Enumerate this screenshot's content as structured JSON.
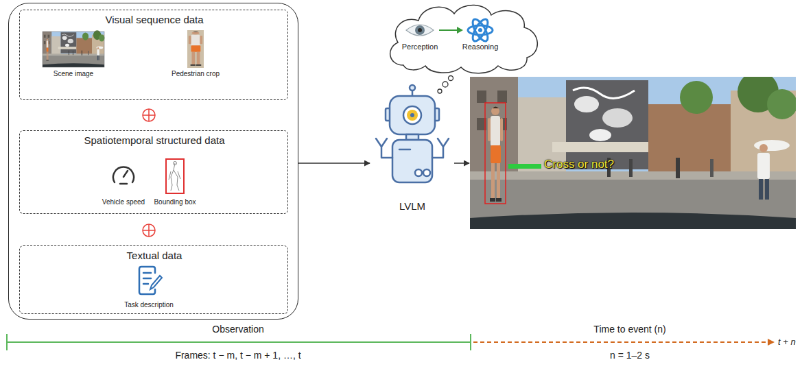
{
  "diagram": {
    "nodes": [
      {
        "text": []
      },
      {
        "text": [
          "Visual sequence data"
        ],
        "in": 0
      },
      {
        "text": [
          "Spatiotemporal structured data"
        ],
        "in": 0
      },
      {
        "text": [
          "Textual data"
        ],
        "in": 0
      },
      {
        "text": [
          "LVLM"
        ]
      },
      {
        "text": [
          "Perception",
          "Reasoning"
        ]
      },
      {
        "text": [
          "Cross or not?"
        ]
      }
    ],
    "edges": [
      {
        "from": 0,
        "to": 4,
        "arrow": "to"
      },
      {
        "from": 4,
        "to": 6,
        "arrow": "to"
      }
    ],
    "labels": [
      "Scene image",
      "Pedestrian crop",
      "Vehicle speed",
      "Bounding box",
      "Task description",
      "Observation",
      "Frames: t − m, t − m + 1, …, t",
      "Time to event (n)",
      "n = 1–2 s",
      "t + n"
    ]
  }
}
